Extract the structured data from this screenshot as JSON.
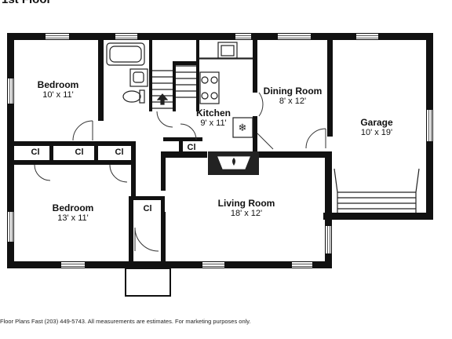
{
  "floor_title": "1st Floor",
  "rooms": [
    {
      "name": "Bedroom",
      "size": "10' x 11'"
    },
    {
      "name": "Kitchen",
      "size": "9' x 11'"
    },
    {
      "name": "Dining Room",
      "size": "8' x 12'"
    },
    {
      "name": "Garage",
      "size": "10' x 19'"
    },
    {
      "name": "Bedroom",
      "size": "13' x 11'"
    },
    {
      "name": "Living Room",
      "size": "18' x 12'"
    }
  ],
  "closet_label": "Cl",
  "footer": "Floor Plans Fast (203) 449-5743.  All measurements are estimates.  For marketing purposes only."
}
